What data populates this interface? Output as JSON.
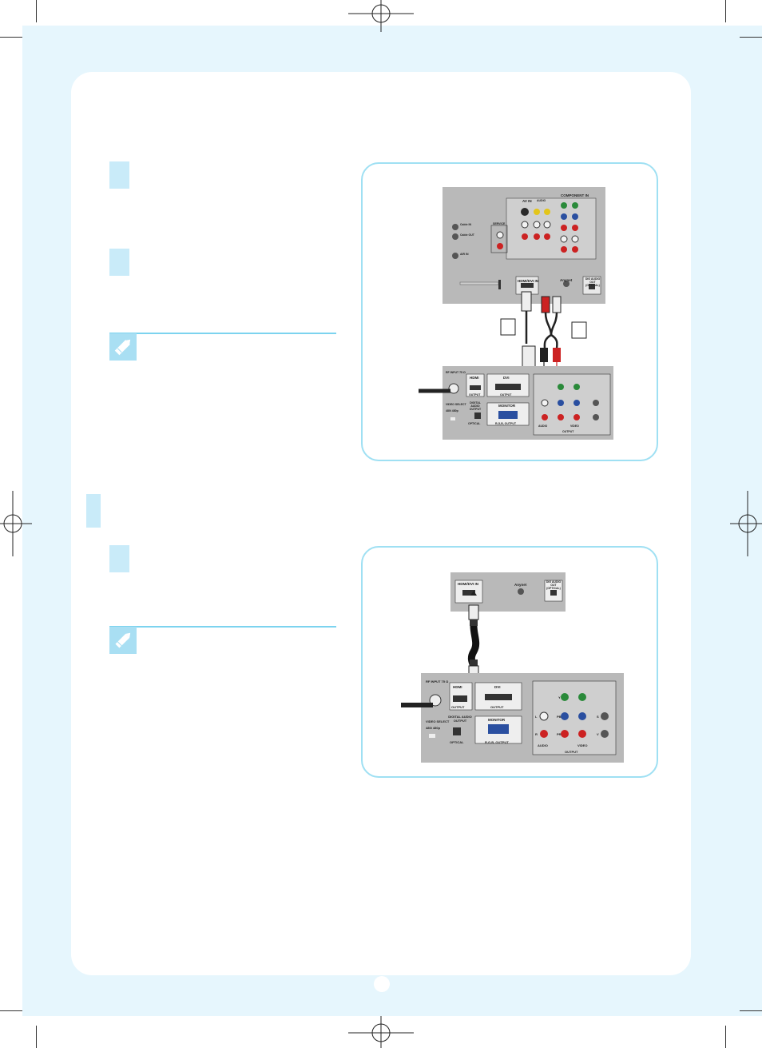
{
  "figure1": {
    "tv_panel": {
      "hdmi_dvi_in": "HDMI/DVI IN",
      "anynet": "Anynet",
      "digital_audio_out": "DIG AUDIO OUT (OPTICAL)",
      "component_in": "COMPONENT IN",
      "av_in": "AV IN",
      "service": "SERVICE",
      "cable_in": "Cable IN",
      "cable_out": "Cable OUT",
      "air_in": "AIR IN",
      "audio_in": "AUDIO"
    },
    "player_panel": {
      "rf_input": "RF INPUT 75 Ω",
      "video_select": "VIDEO SELECT",
      "video_select_values": "480i    480p",
      "hdmi": "HDMI",
      "hdmi_output": "OUTPUT",
      "dvi": "DVI",
      "dvi_output": "OUTPUT",
      "digital_audio_output": "DIGITAL AUDIO OUTPUT",
      "optical": "OPTICAL",
      "monitor": "MONITOR",
      "rgb_output": "R,G,B, OUTPUT",
      "audio": "AUDIO",
      "video": "VIDEO",
      "output": "OUTPUT"
    }
  },
  "figure2": {
    "tv_panel": {
      "hdmi_dvi_in": "HDMI/DVI IN",
      "anynet": "Anynet",
      "digital_audio_out": "DIG AUDIO OUT (OPTICAL)"
    },
    "player_panel": {
      "rf_input": "RF INPUT 75 Ω",
      "video_select": "VIDEO SELECT",
      "video_select_values": "480i    480p",
      "hdmi": "HDMI",
      "hdmi_output": "OUTPUT",
      "dvi": "DVI",
      "dvi_output": "OUTPUT",
      "digital_audio_output": "DIGITAL AUDIO OUTPUT",
      "optical": "OPTICAL",
      "monitor": "MONITOR",
      "rgb_output": "R,G,B, OUTPUT",
      "audio": "AUDIO",
      "video": "VIDEO",
      "output": "OUTPUT",
      "y": "Y",
      "pb": "PB",
      "pr": "PR",
      "l": "L",
      "r": "R",
      "s": "S",
      "v": "V"
    }
  },
  "colors": {
    "page_bg": "#e6f6fd",
    "accent_light": "#c9ebf9",
    "accent_rule": "#7cd3ef",
    "frame_border": "#9fe0f3",
    "panel_gray": "#b9b9b9"
  },
  "icons": [
    "pencil-note-icon",
    "registration-mark-icon"
  ]
}
